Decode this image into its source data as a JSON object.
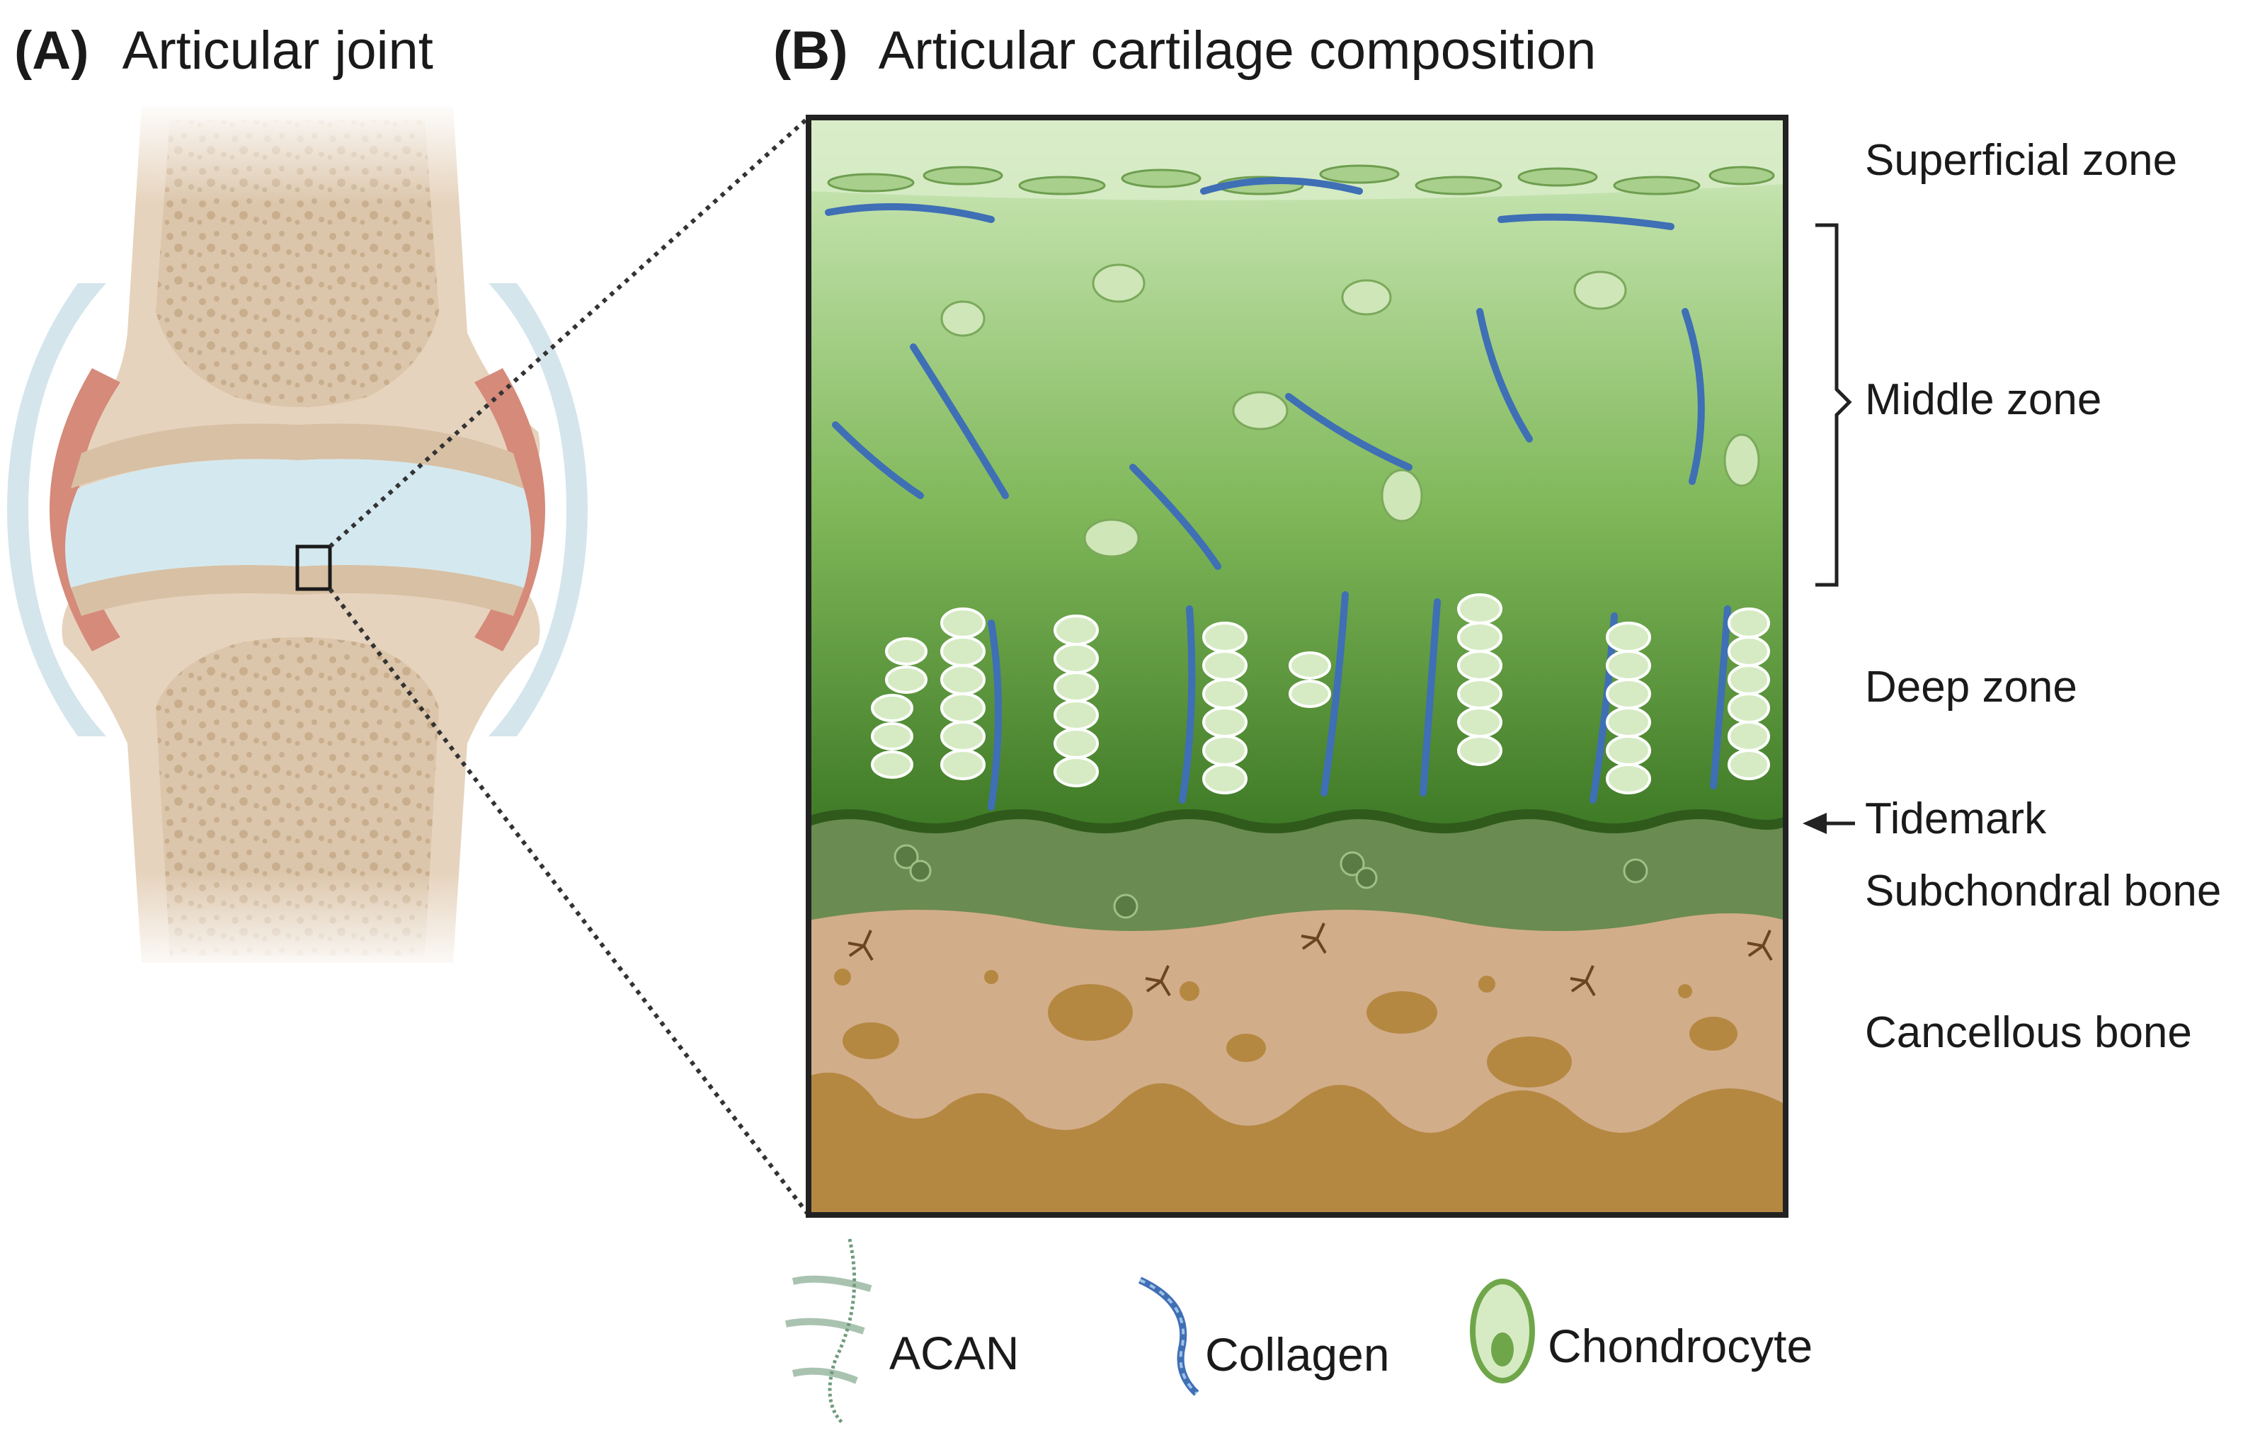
{
  "panel_a": {
    "letter": "(A)",
    "title": "Articular joint"
  },
  "panel_b": {
    "letter": "(B)",
    "title": "Articular cartilage composition"
  },
  "zones": {
    "superficial": "Superficial zone",
    "middle": "Middle zone",
    "deep": "Deep zone",
    "tidemark": "Tidemark",
    "subchondral": "Subchondral bone",
    "cancellous": "Cancellous bone"
  },
  "legend": {
    "acan": "ACAN",
    "collagen": "Collagen",
    "chondrocyte": "Chondrocyte"
  },
  "colors": {
    "bone": "#e6d3bd",
    "bone_spongy": "#d9c2a6",
    "cartilage": "#d4e9ef",
    "synovium": "#d58a7a",
    "capsule": "#cfe2ea",
    "superficial": "#cfe6c2",
    "middle": "#8fc46a",
    "deep": "#4e8a2f",
    "subchondral": "#6a8b52",
    "cancellous": "#d2ad8a",
    "marrow": "#b58842",
    "collagen": "#3f6fb5",
    "cell": "#cfe6b8"
  }
}
